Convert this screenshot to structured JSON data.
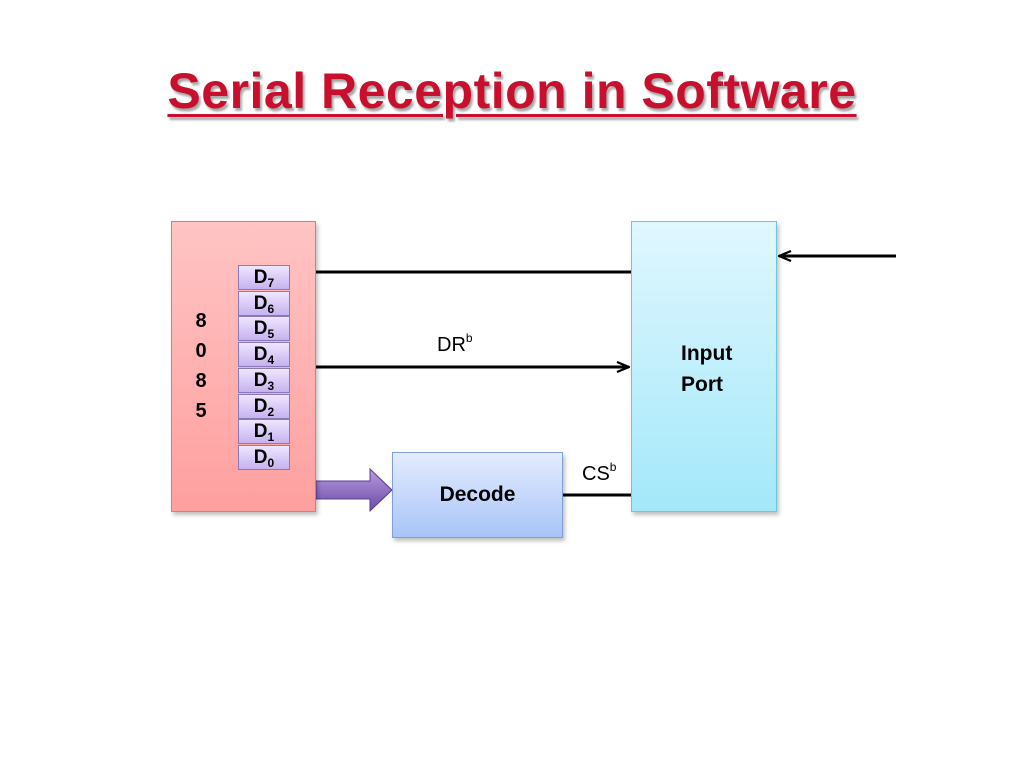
{
  "title": "Serial Reception  in Software",
  "cpu": {
    "label": "8085"
  },
  "bits": [
    {
      "name": "D",
      "sub": "7"
    },
    {
      "name": "D",
      "sub": "6"
    },
    {
      "name": "D",
      "sub": "5"
    },
    {
      "name": "D",
      "sub": "4"
    },
    {
      "name": "D",
      "sub": "3"
    },
    {
      "name": "D",
      "sub": "2"
    },
    {
      "name": "D",
      "sub": "1"
    },
    {
      "name": "D",
      "sub": "0"
    }
  ],
  "input_port": {
    "line1": "Input",
    "line2": "Port"
  },
  "decode": {
    "label": "Decode"
  },
  "signals": {
    "dr": {
      "text": "DR",
      "sup": "b"
    },
    "cs": {
      "text": "CS",
      "sup": "b"
    }
  }
}
